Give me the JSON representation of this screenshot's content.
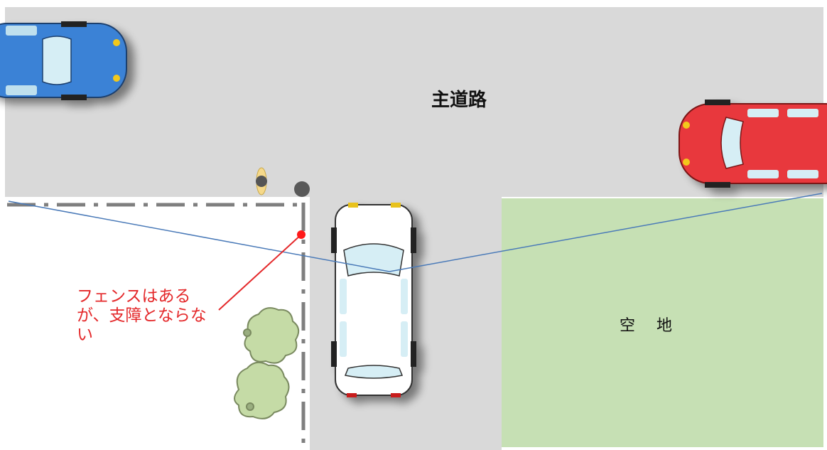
{
  "labels": {
    "main_road": "主道路",
    "vacant_lot_1": "空",
    "vacant_lot_2": "地",
    "fence_note": "フェンスはあるが、支障とならない"
  },
  "colors": {
    "road": "#d9d9d9",
    "vacant_lot": "#c6e0b4",
    "sidewalk": "#ffffff",
    "fence": "#7f7f7f",
    "sightline": "#4a7ab8",
    "annotation": "#e4282a",
    "car_blue": "#3b82d6",
    "car_red": "#e8383d",
    "car_white": "#ffffff",
    "tree": "#c5dba6"
  },
  "icons": [
    "blue-car-icon",
    "red-car-icon",
    "white-car-icon",
    "pedestrian-icon",
    "post-icon",
    "tree-icon"
  ]
}
